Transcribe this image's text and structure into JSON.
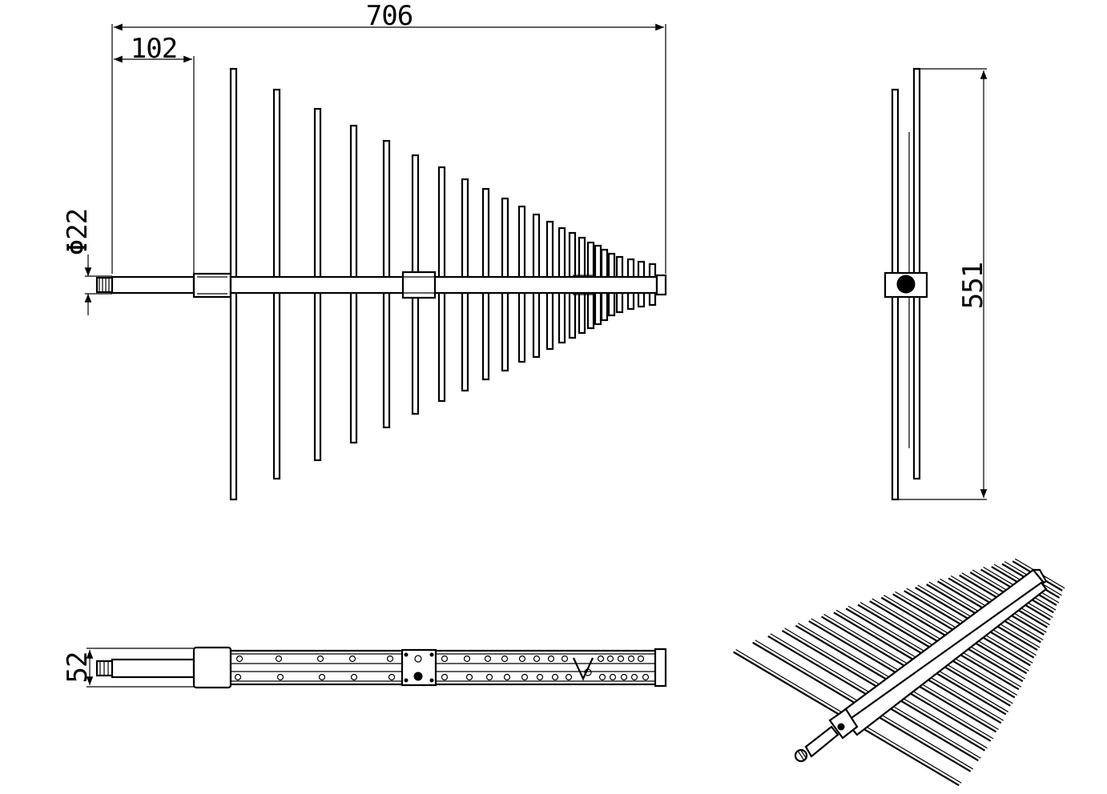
{
  "dimensions": {
    "overall_length": "706",
    "connector_length": "102",
    "connector_diameter": "Φ22",
    "overall_width": "551",
    "boom_height": "52"
  },
  "colors": {
    "line": "#000000",
    "background": "#ffffff"
  },
  "views": [
    "front-view",
    "end-view",
    "top-view",
    "isometric-view"
  ]
}
